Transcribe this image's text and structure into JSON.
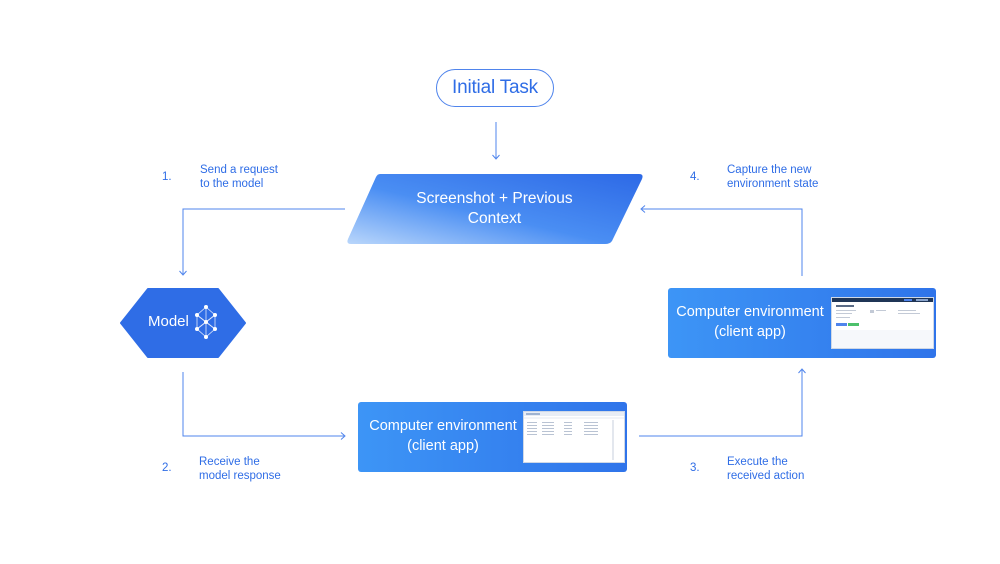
{
  "initial_task": "Initial Task",
  "context_box": {
    "line1": "Screenshot + Previous",
    "line2": "Context"
  },
  "model": {
    "label": "Model",
    "icon": "neural-network-icon"
  },
  "env_bottom": {
    "line1": "Computer environment",
    "line2": "(client app)"
  },
  "env_right": {
    "line1": "Computer environment",
    "line2": "(client app)"
  },
  "steps": [
    {
      "num": "1.",
      "line1": "Send a request",
      "line2": "to the model"
    },
    {
      "num": "2.",
      "line1": "Receive the",
      "line2": "model response"
    },
    {
      "num": "3.",
      "line1": "Execute the",
      "line2": "received action"
    },
    {
      "num": "4.",
      "line1": "Capture the new",
      "line2": "environment state"
    }
  ],
  "colors": {
    "accent": "#2f6de6",
    "line": "#4f84ec",
    "box_light": "#3d95f6",
    "box_dark": "#2f6de6"
  }
}
